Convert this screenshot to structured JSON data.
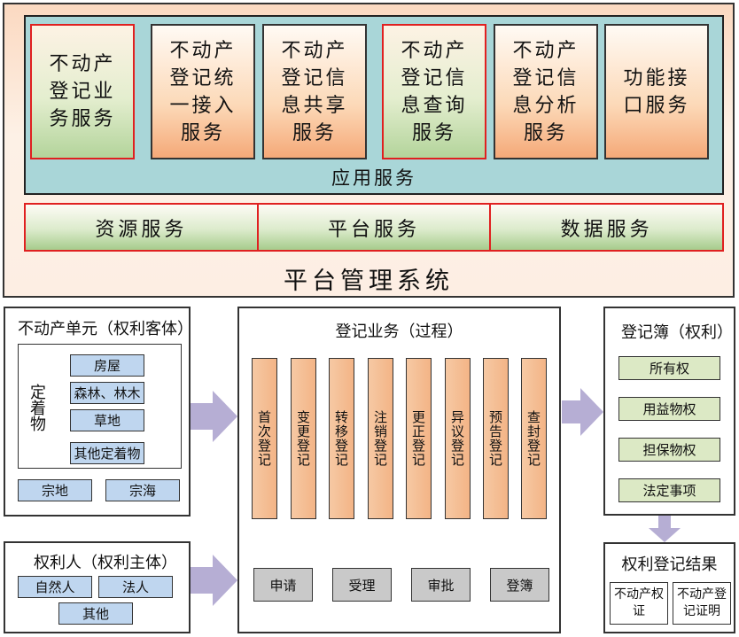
{
  "platform": {
    "label": "平台管理系统",
    "app_services_label": "应用服务",
    "app_services": [
      {
        "label": "不动产\n登记业\n务服务",
        "style": "green"
      },
      {
        "label": "不动产\n登记统\n一接入\n服务",
        "style": "orange"
      },
      {
        "label": "不动产\n登记信\n息共享\n服务",
        "style": "orange"
      },
      {
        "label": "不动产\n登记信\n息查询\n服务",
        "style": "green"
      },
      {
        "label": "不动产\n登记信\n息分析\n服务",
        "style": "orange"
      },
      {
        "label": "功能接\n口服务",
        "style": "orange"
      }
    ],
    "base_services": [
      "资源服务",
      "平台服务",
      "数据服务"
    ]
  },
  "unit": {
    "title": "不动产单元（权利客体）",
    "fixtures_label": "定着物",
    "fixtures": [
      "房屋",
      "森林、林木",
      "草地",
      "其他定着物"
    ],
    "land": [
      "宗地",
      "宗海"
    ]
  },
  "holder": {
    "title": "权利人（权利主体）",
    "items": [
      "自然人",
      "法人",
      "其他"
    ]
  },
  "process": {
    "title": "登记业务（过程）",
    "types": [
      "首次登记",
      "变更登记",
      "转移登记",
      "注销登记",
      "更正登记",
      "异议登记",
      "预告登记",
      "查封登记"
    ],
    "steps": [
      "申请",
      "受理",
      "审批",
      "登簿"
    ]
  },
  "register": {
    "title": "登记簿（权利）",
    "items": [
      "所有权",
      "用益物权",
      "担保物权",
      "法定事项"
    ]
  },
  "result": {
    "title": "权利登记结果",
    "items": [
      "不动产权\n证",
      "不动产登\n记证明"
    ]
  },
  "colors": {
    "arrow": "#b6aed4",
    "red_border": "#e02020",
    "teal": "#a9d6d8",
    "blue_box": "#bfd6ef",
    "green_box": "#dce9c5"
  }
}
